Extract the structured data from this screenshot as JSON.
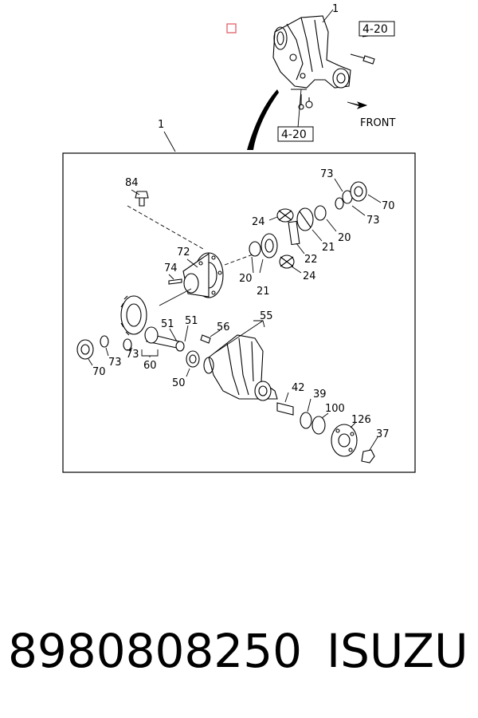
{
  "diagram": {
    "callouts": [
      {
        "id": "c1-top",
        "label": "1"
      },
      {
        "id": "c1-main",
        "label": "1"
      },
      {
        "id": "c84",
        "label": "84"
      },
      {
        "id": "c73-a",
        "label": "73"
      },
      {
        "id": "c70-a",
        "label": "70"
      },
      {
        "id": "c24-a",
        "label": "24"
      },
      {
        "id": "c73-b",
        "label": "73"
      },
      {
        "id": "c20-a",
        "label": "20"
      },
      {
        "id": "c21-a",
        "label": "21"
      },
      {
        "id": "c72",
        "label": "72"
      },
      {
        "id": "c22",
        "label": "22"
      },
      {
        "id": "c74",
        "label": "74"
      },
      {
        "id": "c20-b",
        "label": "20"
      },
      {
        "id": "c21-b",
        "label": "21"
      },
      {
        "id": "c24-b",
        "label": "24"
      },
      {
        "id": "c55",
        "label": "55"
      },
      {
        "id": "c51-a",
        "label": "51"
      },
      {
        "id": "c51-b",
        "label": "51"
      },
      {
        "id": "c56",
        "label": "56"
      },
      {
        "id": "c73-c",
        "label": "73"
      },
      {
        "id": "c73-d",
        "label": "73"
      },
      {
        "id": "c60",
        "label": "60"
      },
      {
        "id": "c70-b",
        "label": "70"
      },
      {
        "id": "c50",
        "label": "50"
      },
      {
        "id": "c42",
        "label": "42"
      },
      {
        "id": "c39",
        "label": "39"
      },
      {
        "id": "c100",
        "label": "100"
      },
      {
        "id": "c126",
        "label": "126"
      },
      {
        "id": "c37",
        "label": "37"
      }
    ],
    "refs": [
      {
        "id": "ref-a",
        "label": "4-20"
      },
      {
        "id": "ref-b",
        "label": "4-20"
      }
    ],
    "front_label": "FRONT",
    "marker_color": "#e0606a"
  },
  "footer": {
    "part_number": "8980808250",
    "brand": "ISUZU"
  }
}
